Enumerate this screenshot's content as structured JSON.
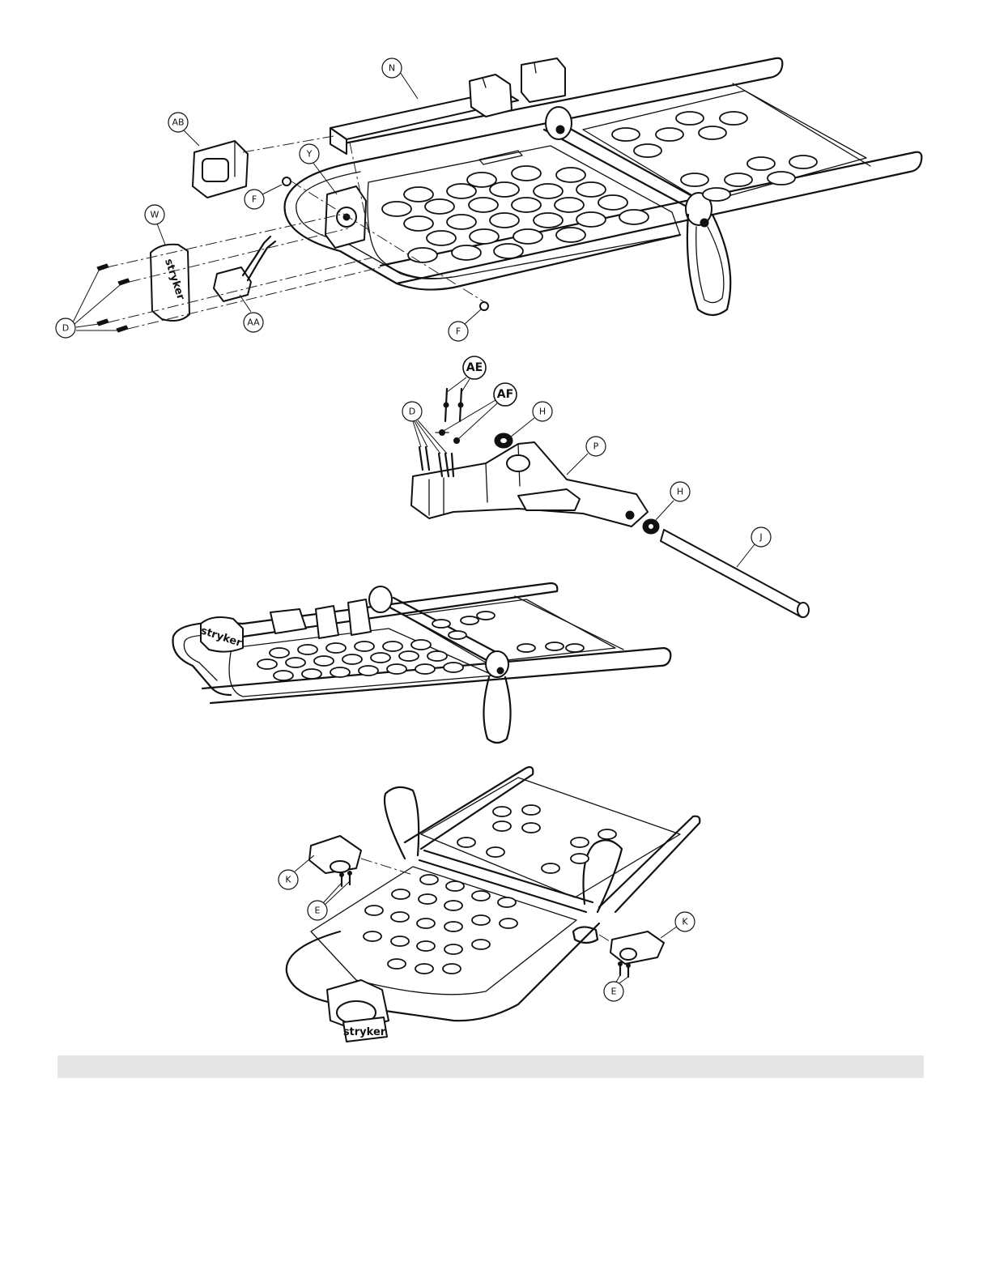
{
  "callouts": {
    "top": {
      "N": "N",
      "AB": "AB",
      "Y": "Y",
      "F_upper": "F",
      "W": "W",
      "D": "D",
      "AA": "AA",
      "F_lower": "F"
    },
    "middle": {
      "AE": "AE",
      "AF": "AF",
      "D": "D",
      "H_upper": "H",
      "P": "P",
      "H_lower": "H",
      "J": "J"
    },
    "bottom": {
      "K_left": "K",
      "E_left": "E",
      "K_right": "K",
      "E_right": "E"
    }
  },
  "brand_marks": [
    "stryker",
    "stryker",
    "stryker"
  ],
  "colors": {
    "line": "#111111",
    "background": "#ffffff",
    "footer_band": "#e6e6e6"
  }
}
